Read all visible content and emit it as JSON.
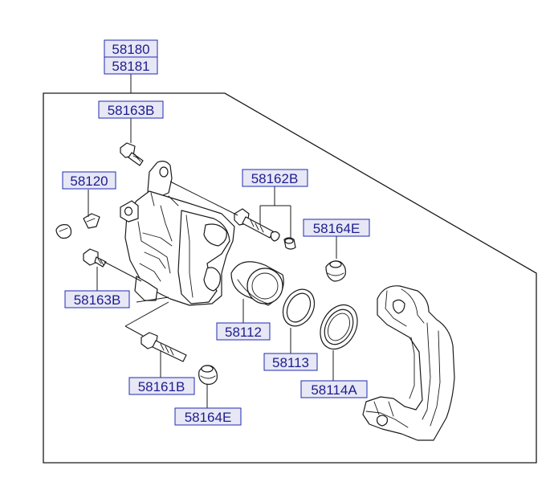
{
  "part_labels": {
    "assembly_top": "58180",
    "assembly_bottom": "58181",
    "bolt_upper": "58163B",
    "bleeder": "58120",
    "guide_pin_upper": "58162B",
    "boot_upper": "58164E",
    "bolt_lower": "58163B",
    "piston": "58112",
    "piston_seal": "58113",
    "dust_boot": "58114A",
    "guide_pin_lower": "58161B",
    "boot_lower": "58164E"
  },
  "colors": {
    "label_text": "#1d1d8f",
    "label_border": "#1f2bb0",
    "label_fill": "#e7e7f6",
    "line": "#1a1a1a"
  }
}
